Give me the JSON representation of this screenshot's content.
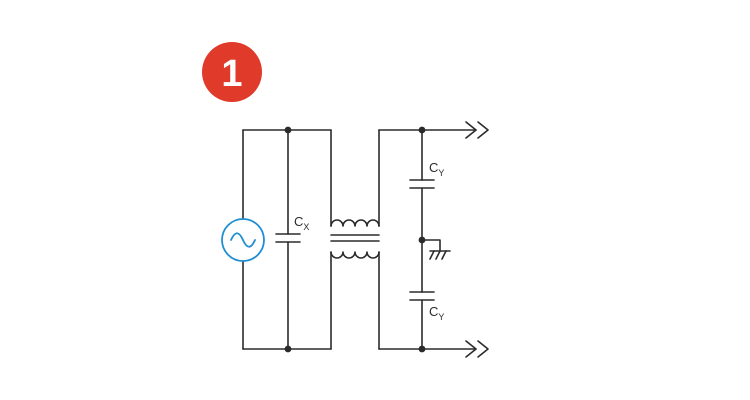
{
  "step_badge": {
    "number": "1",
    "color": "#e03a2a",
    "text_color": "#ffffff"
  },
  "colors": {
    "wire": "#2b2b2b",
    "source": "#1f8fd1"
  },
  "components": {
    "ac_source": {
      "icon": "ac-voltage-source-icon"
    },
    "capacitor_x": {
      "label_main": "C",
      "label_sub": "X"
    },
    "common_mode_choke": {
      "icon": "common-mode-choke-icon"
    },
    "capacitor_y_top": {
      "label_main": "C",
      "label_sub": "Y"
    },
    "capacitor_y_bottom": {
      "label_main": "C",
      "label_sub": "Y"
    },
    "ground": {
      "icon": "chassis-ground-icon"
    },
    "output_top": {
      "icon": "output-terminal-arrow-icon"
    },
    "output_bottom": {
      "icon": "output-terminal-arrow-icon"
    }
  }
}
